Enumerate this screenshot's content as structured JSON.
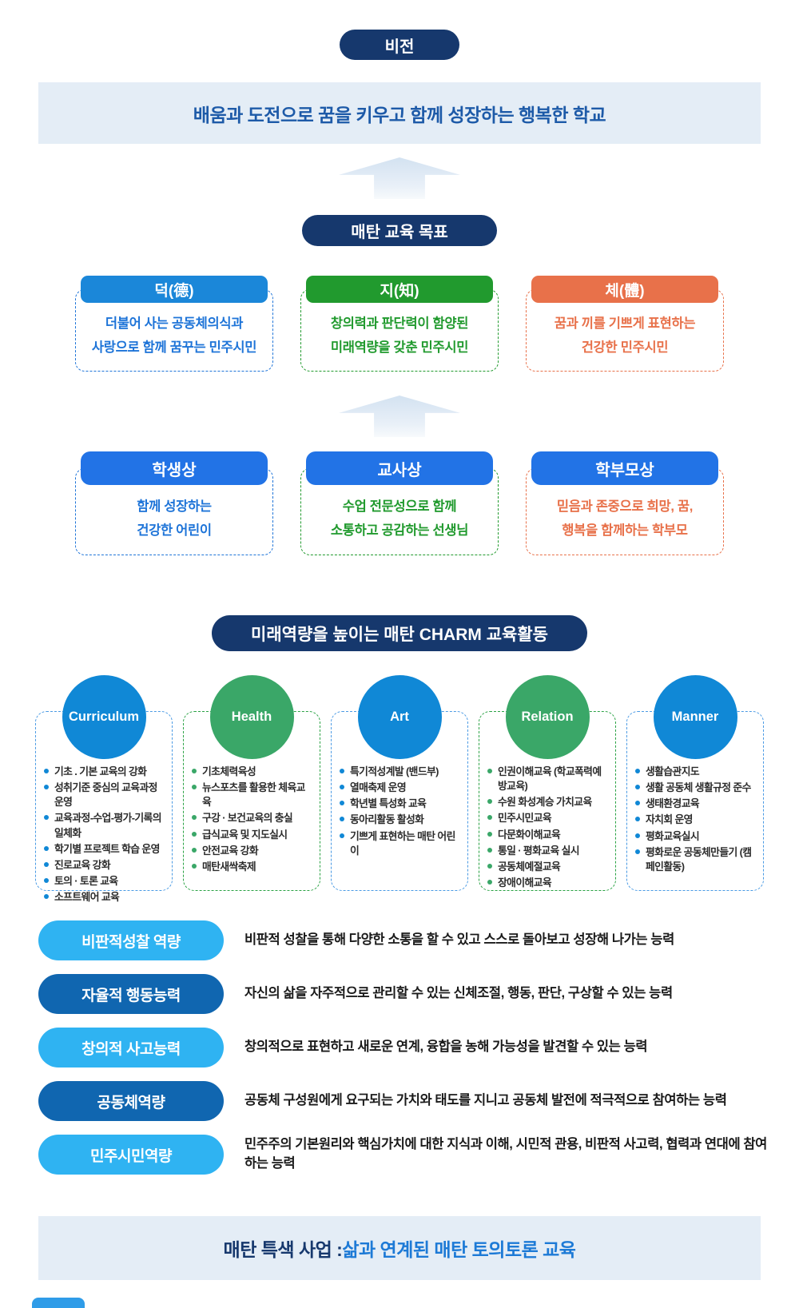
{
  "colors": {
    "navy": "#16386d",
    "banner_bg": "#e4edf6",
    "banner_text_blue": "#1d5aa8",
    "goal_blue": "#1b87d9",
    "goal_green": "#219a2e",
    "goal_orange": "#e8714a",
    "role_header_blue": "#2273e6",
    "circle_blue": "#1088d6",
    "circle_green": "#3aa768",
    "competency_light_blue": "#2fb3f2",
    "competency_dark_blue": "#1066b0",
    "highlight_blue": "#1d7ad6"
  },
  "vision": {
    "badge": "비전",
    "statement": "배움과 도전으로 꿈을 키우고 함께 성장하는 행복한 학교"
  },
  "goals": {
    "badge": "매탄 교육 목표",
    "items": [
      {
        "title": "덕(德)",
        "description": "더불어 사는 공동체의식과\n사랑으로 함께 꿈꾸는 민주시민"
      },
      {
        "title": "지(知)",
        "description": "창의력과 판단력이 함양된\n미래역량을 갖춘 민주시민"
      },
      {
        "title": "체(體)",
        "description": "꿈과 끼를 기쁘게 표현하는\n건강한 민주시민"
      }
    ]
  },
  "roles": {
    "items": [
      {
        "title": "학생상",
        "description": "함께 성장하는\n건강한 어린이"
      },
      {
        "title": "교사상",
        "description": "수업 전문성으로 함께\n소통하고 공감하는 선생님"
      },
      {
        "title": "학부모상",
        "description": "믿음과 존중으로 희망, 꿈,\n행복을 함께하는 학부모"
      }
    ]
  },
  "charm": {
    "badge": "미래역량을 높이는 매탄 CHARM 교육활동",
    "columns": [
      {
        "label": "Curriculum",
        "items": [
          "기초 . 기본 교육의 강화",
          "성취기준 중심의 교육과정 운영",
          "교육과정-수업-평가-기록의 일체화",
          "학기별 프로젝트 학습 운영",
          "진로교육 강화",
          "토의 · 토론 교육",
          "소프트웨어 교육"
        ]
      },
      {
        "label": "Health",
        "items": [
          "기초체력육성",
          "뉴스포츠를 활용한 체육교육",
          "구강 · 보건교육의 충실",
          "급식교육 및 지도실시",
          "안전교육 강화",
          "매탄새싹축제"
        ]
      },
      {
        "label": "Art",
        "items": [
          "특기적성계발 (밴드부)",
          "열매축제 운영",
          "학년별 특성화 교육",
          "동아리활동 활성화",
          "기쁘게 표현하는 매탄 어린이"
        ]
      },
      {
        "label": "Relation",
        "items": [
          "인권이해교육 (학교폭력예방교육)",
          "수원 화성계승 가치교육",
          "민주시민교육",
          "다문화이해교육",
          "통일 · 평화교육 실시",
          "공동체예절교육",
          "장애이해교육"
        ]
      },
      {
        "label": "Manner",
        "items": [
          "생활습관지도",
          "생활 공동체 생활규정 준수",
          "생태환경교육",
          "자치회 운영",
          "평화교육실시",
          "평화로운 공동체만들기 (캠페인활동)"
        ]
      }
    ]
  },
  "competencies": [
    {
      "label": "비판적성찰 역량",
      "description": "비판적 성찰을 통해 다양한 소통을 할 수 있고 스스로 돌아보고 성장해 나가는 능력"
    },
    {
      "label": "자율적 행동능력",
      "description": "자신의 삶을 자주적으로 관리할 수 있는 신체조절, 행동, 판단, 구상할 수 있는 능력"
    },
    {
      "label": "창의적 사고능력",
      "description": "창의적으로 표현하고 새로운 연계, 융합을 농해 가능성을 발견할 수 있는 능력"
    },
    {
      "label": "공동체역량",
      "description": "공동체 구성원에게 요구되는 가치와 태도를 지니고 공동체 발전에 적극적으로 참여하는 능력"
    },
    {
      "label": "민주시민역량",
      "description": "민주주의 기본원리와 핵심가치에 대한 지식과 이해, 시민적 관용, 비판적 사고력, 협력과 연대에 참여하는 능력"
    }
  ],
  "special": {
    "prefix": "매탄 특색 사업 : ",
    "highlight": "삶과 연계된 매탄 토의토론 교육"
  }
}
